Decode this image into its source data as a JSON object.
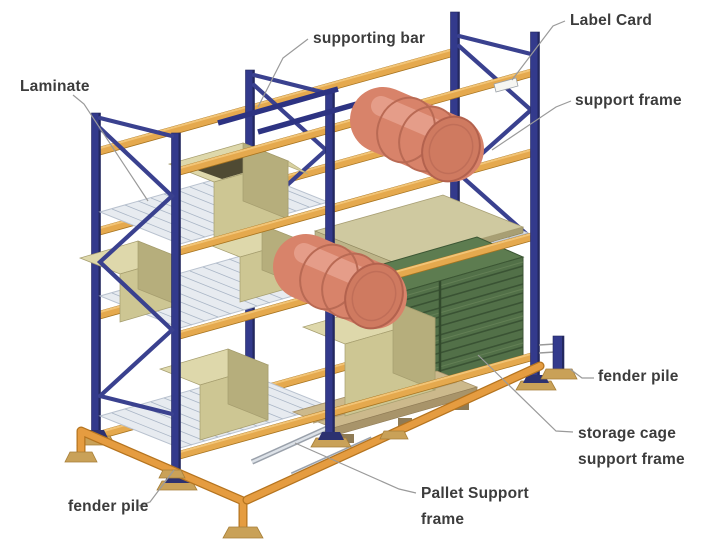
{
  "diagram": {
    "subject": "pallet racking system",
    "labels": {
      "supporting_bar": {
        "text": "supporting bar"
      },
      "label_card": {
        "text": "Label Card"
      },
      "laminate": {
        "text": "Laminate"
      },
      "support_frame": {
        "text": "support frame"
      },
      "fender_pile_right": {
        "text": "fender pile"
      },
      "storage_cage": {
        "line1": "storage cage",
        "line2": "support frame"
      },
      "pallet_support": {
        "line1": "Pallet Support",
        "line2": "frame"
      },
      "fender_pile_left": {
        "text": "fender pile"
      }
    },
    "colors": {
      "post_blue": "#333a8c",
      "beam_orange": "#e5a94e",
      "guard_rail_orange": "#e59c40",
      "drum_salmon": "#d8836a",
      "cage_green": "#527048",
      "box_tan": "#cdc693",
      "wire_deck_gray": "#e7ebf0",
      "label_text": "#3c3c3c"
    }
  }
}
